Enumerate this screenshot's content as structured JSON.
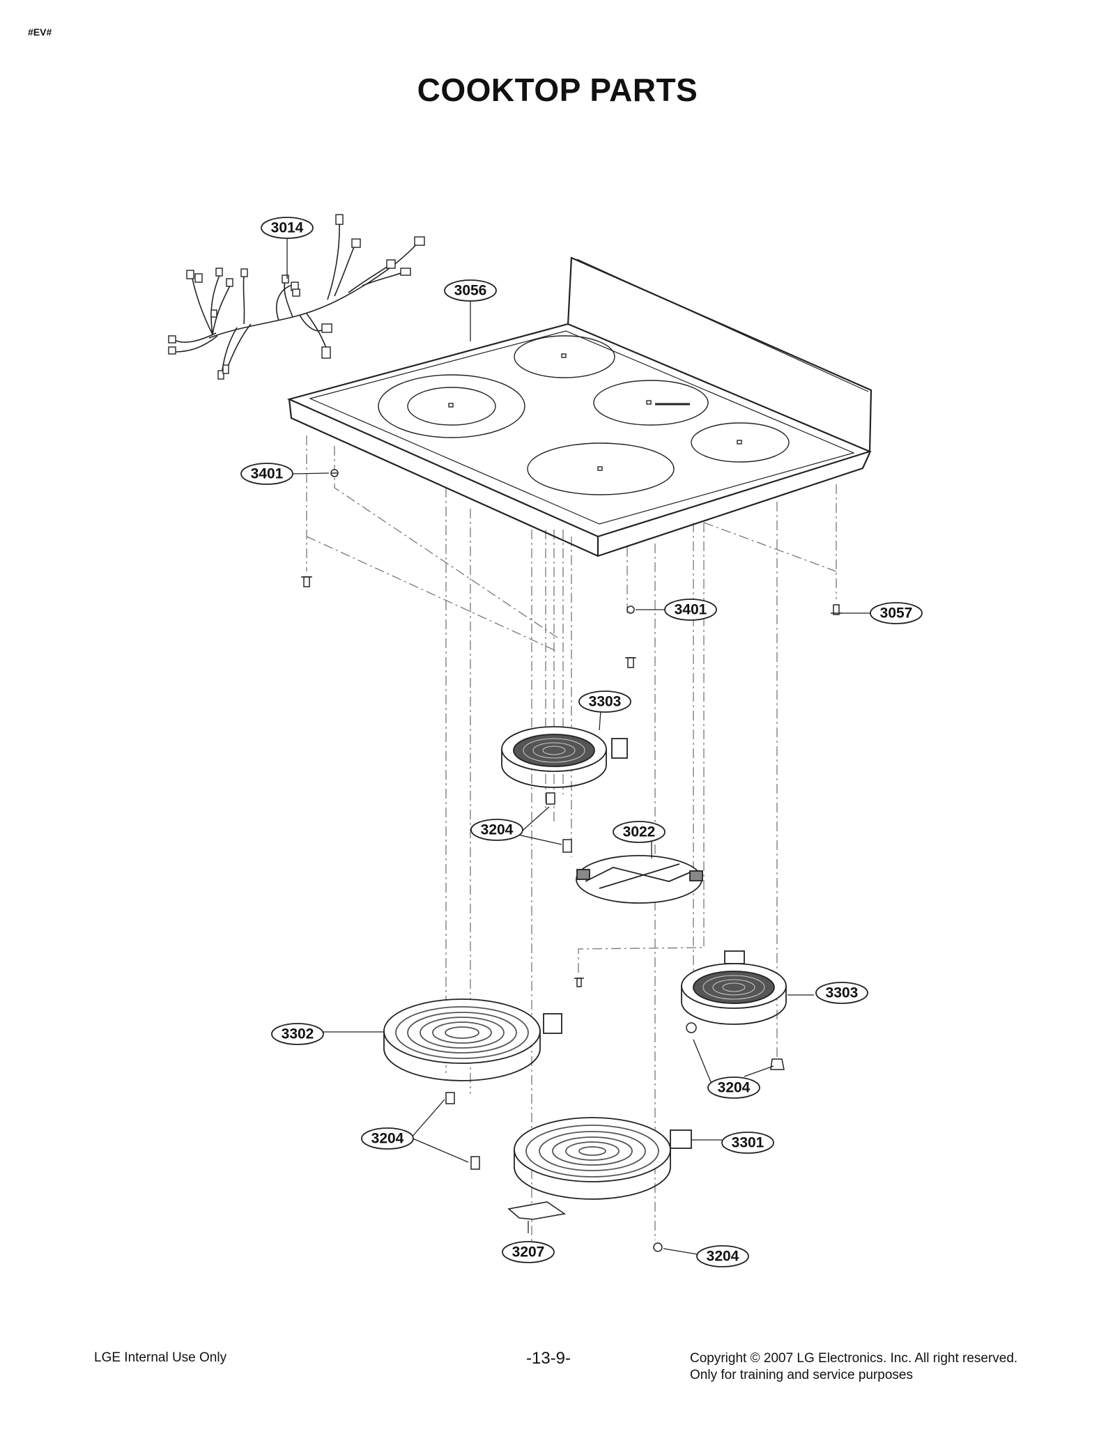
{
  "header": {
    "tag": "#EV#",
    "title": "COOKTOP PARTS"
  },
  "callouts": {
    "c3014": "3014",
    "c3056": "3056",
    "c3401a": "3401",
    "c3401b": "3401",
    "c3057": "3057",
    "c3303a": "3303",
    "c3204a": "3204",
    "c3022": "3022",
    "c3303b": "3303",
    "c3302": "3302",
    "c3204b": "3204",
    "c3204c": "3204",
    "c3301": "3301",
    "c3207": "3207",
    "c3204d": "3204"
  },
  "footer": {
    "left": "LGE Internal Use Only",
    "page": "-13-9-",
    "copyright": "Copyright © 2007 LG Electronics. Inc. All right reserved.",
    "note": "Only for training and service purposes"
  }
}
